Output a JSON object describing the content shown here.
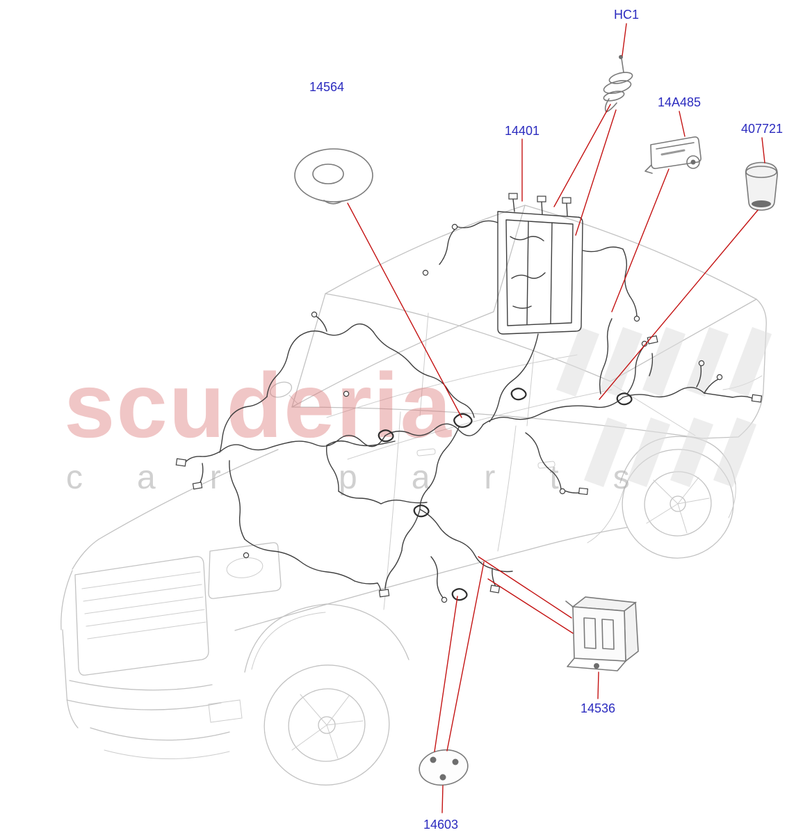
{
  "watermark": {
    "primary": "scuderia",
    "secondary": "car parts"
  },
  "labels": {
    "hc1": "HC1",
    "l14564": "14564",
    "l14401": "14401",
    "l14a485": "14A485",
    "l407721": "407721",
    "l14536": "14536",
    "l14603": "14603"
  },
  "colors": {
    "label_blue": "#2b2bbf",
    "leader_red": "#c41313",
    "vehicle_sketch_gray": "#c2c2c2",
    "harness_gray": "#3e3e3e",
    "watermark_pink": "#db7878"
  }
}
